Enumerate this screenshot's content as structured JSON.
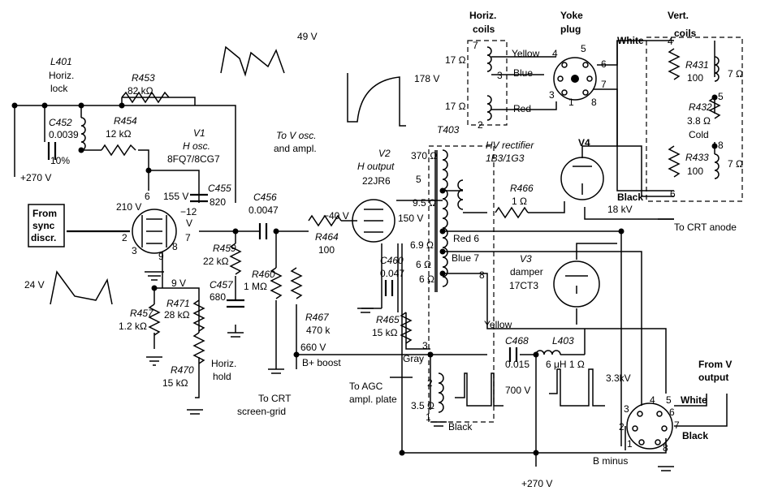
{
  "labels": {
    "l401": "L401",
    "horiz": "Horiz.",
    "lock": "lock",
    "r453": "R453",
    "r453_val": "82 kΩ",
    "r454": "R454",
    "r454_val": "12 kΩ",
    "c452": "C452",
    "c452_val": "0.0039",
    "c452_tol": "10%",
    "plus270": "+270 V",
    "v1": "V1",
    "v1_func": "H osc.",
    "v1_type": "8FQ7/8CG7",
    "v_210": "210 V",
    "v_155": "155 V",
    "v_neg12": "−12",
    "v_unit": "V",
    "v_9": "9 V",
    "c455": "C455",
    "c455_val": "820",
    "sync1": "From",
    "sync2": "sync",
    "sync3": "discr.",
    "v_24": "24 V",
    "r457": "R457",
    "r457_val": "1.2 kΩ",
    "r471": "R471",
    "r471_val": "28 kΩ",
    "r470": "R470",
    "r470_val": "15 kΩ",
    "hhold1": "Horiz.",
    "hhold2": "hold",
    "c457": "C457",
    "c457_val": "680",
    "r459": "R459",
    "r459_val": "22 kΩ",
    "r460": "R460",
    "r460_val": "1 MΩ",
    "c456": "C456",
    "c456_val": "0.0047",
    "to_vosc": "To V osc.",
    "and_ampl": "and ampl.",
    "v_49": "49 V",
    "v_neg40": "−40 V",
    "r464": "R464",
    "r464_val": "100",
    "v2": "V2",
    "v2_func": "H output",
    "v2_type": "22JR6",
    "v_150": "150 V",
    "c460": "C460",
    "c460_val": "0.047",
    "r465": "R465",
    "r465_val": "15 kΩ",
    "r467": "R467",
    "r467_val": "470 k",
    "v_660": "660 V",
    "bplus_boost": "B+ boost",
    "to_crt1": "To CRT",
    "to_crt2": "screen-grid",
    "to_agc1": "To AGC",
    "to_agc2": "ampl. plate",
    "v_178": "178 V",
    "t403": "T403",
    "tap_370": "370 Ω",
    "tap_5": "5",
    "tap_95": "9.5 Ω",
    "tap_69": "6.9 Ω",
    "tap_6a": "6 Ω",
    "tap_6b": "6 Ω",
    "red6": "Red  6",
    "blue7": "Blue 7",
    "pin8t": "8",
    "tap_3": "3",
    "gray": "Gray",
    "tap_2": "2",
    "tap_35": "3.5 Ω",
    "tap_1": "1",
    "black_b": "Black",
    "yellow_m": "Yellow",
    "hv1": "HV rectifier",
    "hv2": "1B3/1G3",
    "v4": "V4",
    "r466": "R466",
    "r466_val": "1 Ω",
    "kv_18": "18 kV",
    "to_anode": "To CRT anode",
    "v3": "V3",
    "damper": "damper",
    "v3_type": "17CT3",
    "c468": "C468",
    "c468_val": "0.015",
    "l403": "L403",
    "l403_val": "6 μH 1 Ω",
    "v_700": "700 V",
    "kv_33": "3.3kV",
    "hcoils1": "Horiz.",
    "hcoils2": "coils",
    "ohm17": "17 Ω",
    "yellow": "Yellow",
    "blue": "Blue",
    "red": "Red",
    "yoke1": "Yoke",
    "yoke2": "plug",
    "white": "White",
    "vcoils1": "Vert.",
    "vcoils2": "coils",
    "r431": "R431",
    "r100": "100",
    "ohm7": "7 Ω",
    "r432": "R432",
    "r432_val": "3.8 Ω",
    "cold": "Cold",
    "r433": "R433",
    "black": "Black",
    "from_v1": "From V",
    "from_v2": "output",
    "b_minus": "B minus",
    "pin1": "1",
    "pin2": "2",
    "pin3": "3",
    "pin4": "4",
    "pin5": "5",
    "pin6": "6",
    "pin7": "7",
    "pin8": "8",
    "pin9": "9"
  }
}
